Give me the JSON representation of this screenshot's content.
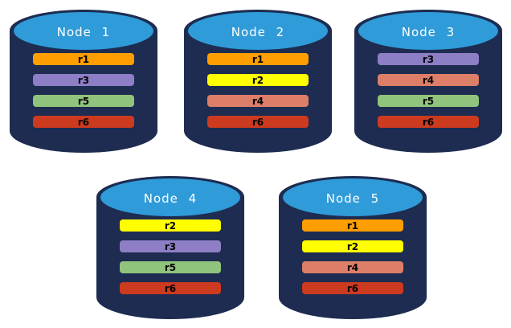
{
  "diagram": {
    "background": "#ffffff",
    "cylinder_body_color": "#1d2c50",
    "cylinder_top_color": "#2f9bd8",
    "title_color": "#ffffff",
    "replica_label_color": "#000000",
    "replica_colors": {
      "r1": "#ff9e00",
      "r2": "#ffff00",
      "r3": "#8e7ec6",
      "r4": "#dd7e69",
      "r5": "#90c37c",
      "r6": "#cc3a20"
    },
    "nodes": [
      {
        "title": "Node 1",
        "replicas": [
          "r1",
          "r3",
          "r5",
          "r6"
        ]
      },
      {
        "title": "Node 2",
        "replicas": [
          "r1",
          "r2",
          "r4",
          "r6"
        ]
      },
      {
        "title": "Node 3",
        "replicas": [
          "r3",
          "r4",
          "r5",
          "r6"
        ]
      },
      {
        "title": "Node 4",
        "replicas": [
          "r2",
          "r3",
          "r5",
          "r6"
        ]
      },
      {
        "title": "Node 5",
        "replicas": [
          "r1",
          "r2",
          "r4",
          "r6"
        ]
      }
    ]
  }
}
